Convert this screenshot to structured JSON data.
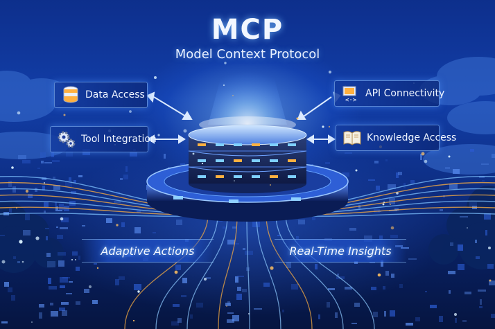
{
  "title": "MCP",
  "subtitle": "Model Context Protocol",
  "features": {
    "data_access": "Data Access",
    "tool_integration": "Tool Integration",
    "api_connectivity": "API Connectivity",
    "knowledge_access": "Knowledge Access"
  },
  "banners": {
    "adaptive_actions": "Adaptive Actions",
    "real_time_insights": "Real-Time Insights"
  },
  "icons": {
    "data_access": "database-icon",
    "tool_integration": "gears-icon",
    "api_connectivity": "api-connector-icon",
    "knowledge_access": "book-icon"
  },
  "colors": {
    "background_top": "#123ea8",
    "background_bottom": "#061540",
    "glow": "#8cc8ff",
    "accent_orange": "#ffb040",
    "server_body": "#1a2a5a"
  }
}
